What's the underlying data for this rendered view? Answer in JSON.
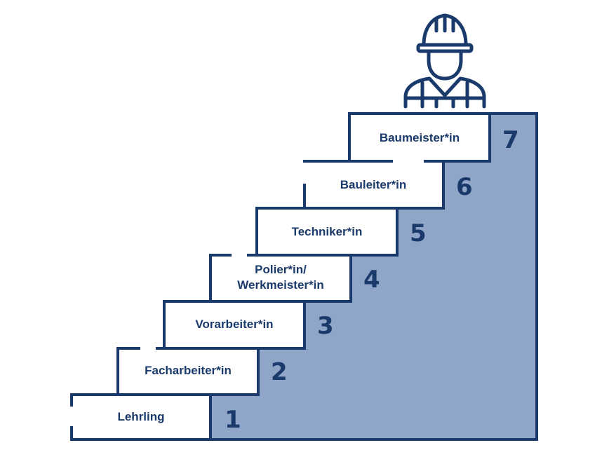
{
  "colors": {
    "stroke": "#1a3a6b",
    "fill": "#8fa6c8",
    "background": "#ffffff"
  },
  "steps": [
    {
      "number": "1",
      "label": "Lehrling"
    },
    {
      "number": "2",
      "label": "Facharbeiter*in"
    },
    {
      "number": "3",
      "label": "Vorarbeiter*in"
    },
    {
      "number": "4",
      "label_line1": "Polier*in/",
      "label_line2": "Werkmeister*in"
    },
    {
      "number": "5",
      "label": "Techniker*in"
    },
    {
      "number": "6",
      "label": "Bauleiter*in"
    },
    {
      "number": "7",
      "label": "Baumeister*in"
    }
  ],
  "figure_icon": "construction-worker-icon"
}
